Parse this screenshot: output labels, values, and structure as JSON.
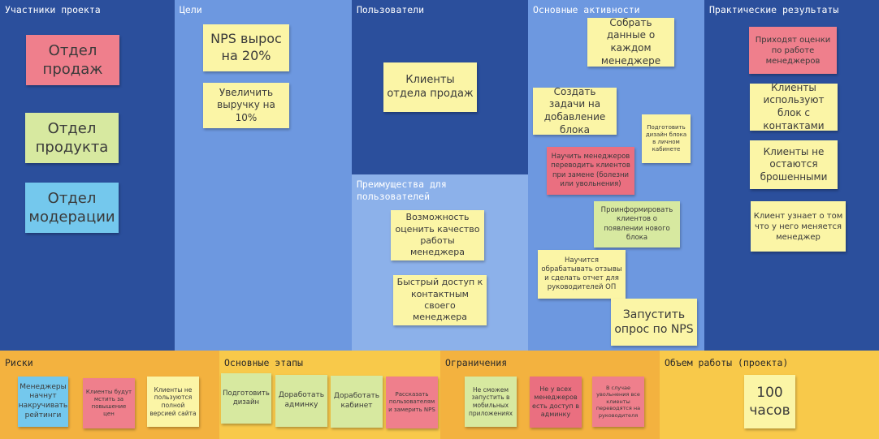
{
  "panels": {
    "participants": {
      "title": "Участники проекта",
      "notes": [
        "Отдел продаж",
        "Отдел продукта",
        "Отдел модерации"
      ]
    },
    "goals": {
      "title": "Цели",
      "notes": [
        "NPS вырос на 20%",
        "Увеличить выручку на 10%"
      ]
    },
    "users": {
      "title": "Пользователи",
      "notes": [
        "Клиенты отдела продаж"
      ]
    },
    "benefits": {
      "title": "Преимущества для пользователей",
      "notes": [
        "Возможность оценить качество работы менеджера",
        "Быстрый доступ к контактным своего менеджера"
      ]
    },
    "activities": {
      "title": "Основные активности",
      "notes": [
        "Собрать данные о каждом менеджере",
        "Создать задачи на добавление блока",
        "Подготовить дизайн блока в личном кабинете",
        "Научить менеджеров переводить клиентов при замене (болезни или увольнения)",
        "Проинформировать клиентов о появлении нового блока",
        "Научится обрабатывать отзывы и сделать отчет для руководителей ОП",
        "Запустить опрос по NPS"
      ]
    },
    "results": {
      "title": "Практические результаты",
      "notes": [
        "Приходят оценки по работе менеджеров",
        "Клиенты используют блок с контактами",
        "Клиенты не остаются брошенными",
        "Клиент узнает о том что у него меняется менеджер"
      ]
    },
    "risks": {
      "title": "Риски",
      "notes": [
        "Менеджеры начнут накручивать рейтинги",
        "Клиенты будут мстить за повышение цен",
        "Клиенты не пользуются полной версией сайта"
      ]
    },
    "stages": {
      "title": "Основные этапы",
      "notes": [
        "Подготовить дизайн",
        "Доработать админку",
        "Доработать кабинет",
        "Рассказать пользователям и замерить NPS"
      ]
    },
    "limits": {
      "title": "Ограничения",
      "notes": [
        "Не сможем запустить в мобильных приложениях",
        "Не у всех менеджеров есть доступ в админку",
        "В случае увольнения все клиенты переводятся на руководителя"
      ]
    },
    "volume": {
      "title": "Объем работы (проекта)",
      "notes": [
        "100 часов"
      ]
    }
  },
  "colors": {
    "dark_blue": "#2b4f9c",
    "mid_blue": "#6d98e0",
    "light_blue": "#8cb1ea",
    "orange": "#f3b23f",
    "yellow": "#f8c94a",
    "note_pink": "#ef7f8c",
    "note_yellow": "#fbf5a6",
    "note_green": "#d7e9a0",
    "note_blue": "#74c8ed"
  }
}
